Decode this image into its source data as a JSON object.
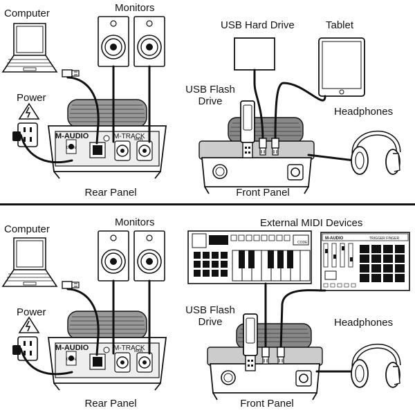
{
  "colors": {
    "line": "#111111",
    "fill": "#ffffff",
    "cable": "#111111",
    "panel_gray": "#c8c8c8"
  },
  "top": {
    "computer": "Computer",
    "monitors": "Monitors",
    "usb_hard_drive": "USB Hard Drive",
    "tablet": "Tablet",
    "power": "Power",
    "usb_flash_drive_line1": "USB Flash",
    "usb_flash_drive_line2": "Drive",
    "headphones": "Headphones",
    "rear_panel": "Rear Panel",
    "front_panel": "Front Panel",
    "rear_brand": "M-AUDIO",
    "rear_model": "M-TRACK",
    "rear_dc": "DC IN",
    "rear_main": "MAIN"
  },
  "bottom": {
    "computer": "Computer",
    "monitors": "Monitors",
    "external_midi": "External MIDI Devices",
    "power": "Power",
    "usb_flash_drive_line1": "USB Flash",
    "usb_flash_drive_line2": "Drive",
    "headphones": "Headphones",
    "rear_panel": "Rear Panel",
    "front_panel": "Front Panel",
    "rear_brand": "M-AUDIO",
    "rear_model": "M-TRACK",
    "rear_dc": "DC IN",
    "rear_main": "MAIN",
    "midi_brand": "M-AUDIO",
    "midi_model": "TRIGGER FINGER",
    "keyboard_model": "CODE"
  }
}
